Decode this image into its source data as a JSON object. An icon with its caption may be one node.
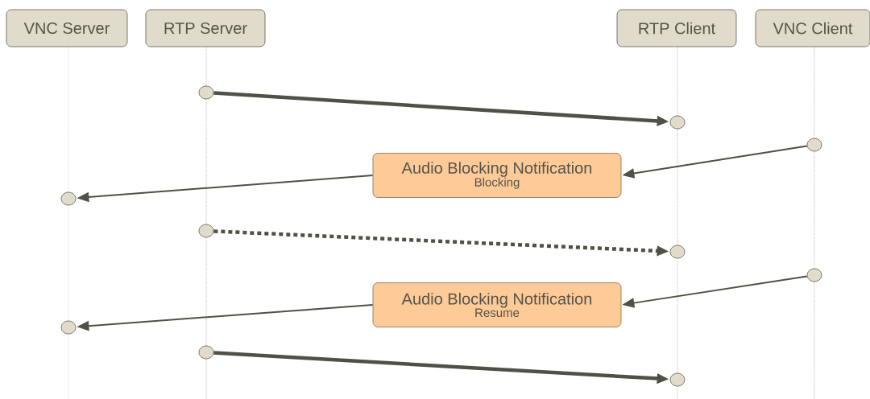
{
  "diagram": {
    "nodes": [
      {
        "text": [
          "VNC Server"
        ]
      },
      {
        "text": [
          "RTP Server"
        ]
      },
      {
        "text": [
          "RTP Client"
        ]
      },
      {
        "text": [
          "VNC Client"
        ]
      },
      {
        "text": [],
        "shape": "circle"
      },
      {
        "text": [],
        "shape": "circle"
      },
      {
        "text": [],
        "shape": "circle"
      },
      {
        "text": [
          "Audio Blocking Notification",
          "Blocking"
        ]
      },
      {
        "text": [],
        "shape": "circle"
      },
      {
        "text": [],
        "shape": "circle"
      },
      {
        "text": [],
        "shape": "circle"
      },
      {
        "text": [],
        "shape": "circle"
      },
      {
        "text": [
          "Audio Blocking Notification",
          "Resume"
        ]
      },
      {
        "text": [],
        "shape": "circle"
      },
      {
        "text": [],
        "shape": "circle"
      },
      {
        "text": [],
        "shape": "circle"
      }
    ],
    "edges": [
      {
        "from": 4,
        "to": 5,
        "arrow": "to",
        "style": "thick"
      },
      {
        "from": 6,
        "to": 7,
        "arrow": "to"
      },
      {
        "from": 7,
        "to": 8,
        "arrow": "to"
      },
      {
        "from": 9,
        "to": 10,
        "arrow": "to",
        "style": "dashed"
      },
      {
        "from": 11,
        "to": 12,
        "arrow": "to"
      },
      {
        "from": 12,
        "to": 13,
        "arrow": "to"
      },
      {
        "from": 14,
        "to": 15,
        "arrow": "to",
        "style": "thick"
      }
    ]
  }
}
